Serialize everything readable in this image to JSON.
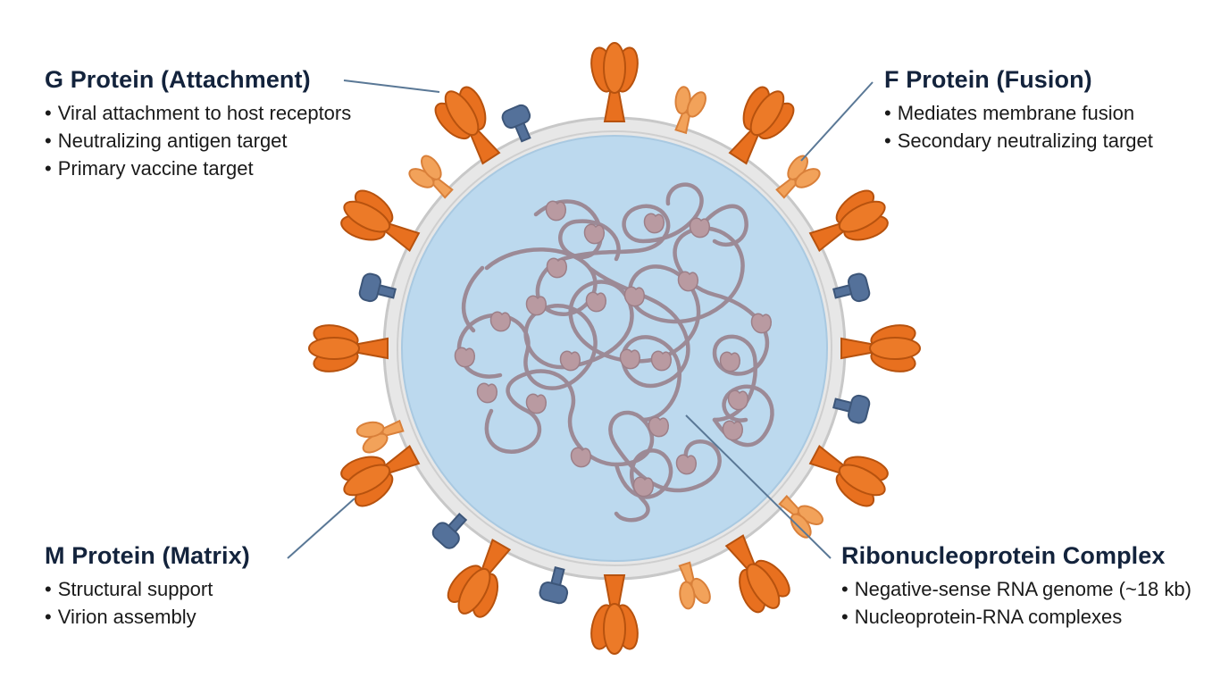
{
  "labels": {
    "g_protein": {
      "title": "G Protein (Attachment)",
      "bullets": [
        "Viral attachment to host receptors",
        "Neutralizing antigen target",
        "Primary vaccine target"
      ]
    },
    "f_protein": {
      "title": "F Protein (Fusion)",
      "bullets": [
        "Mediates membrane fusion",
        "Secondary neutralizing target"
      ]
    },
    "m_protein": {
      "title": "M Protein (Matrix)",
      "bullets": [
        "Structural support",
        "Virion assembly"
      ]
    },
    "rnp": {
      "title": "Ribonucleoprotein Complex",
      "bullets": [
        "Negative-sense RNA genome (~18 kb)",
        "Nucleoprotein-RNA complexes"
      ]
    }
  },
  "colors": {
    "g_protein": "#e8701f",
    "g_protein_outline": "#b7520e",
    "f_protein": "#f2a25a",
    "f_protein_outline": "#d9803a",
    "m_protein": "#54719a",
    "m_protein_outline": "#3d5679",
    "membrane": "#d6d6d6",
    "interior": "#bcd9ee",
    "rna": "#9c8a96",
    "nucleoprotein": "#b99aa1",
    "leader_line": "#5a7896",
    "title_text": "#13233c"
  }
}
